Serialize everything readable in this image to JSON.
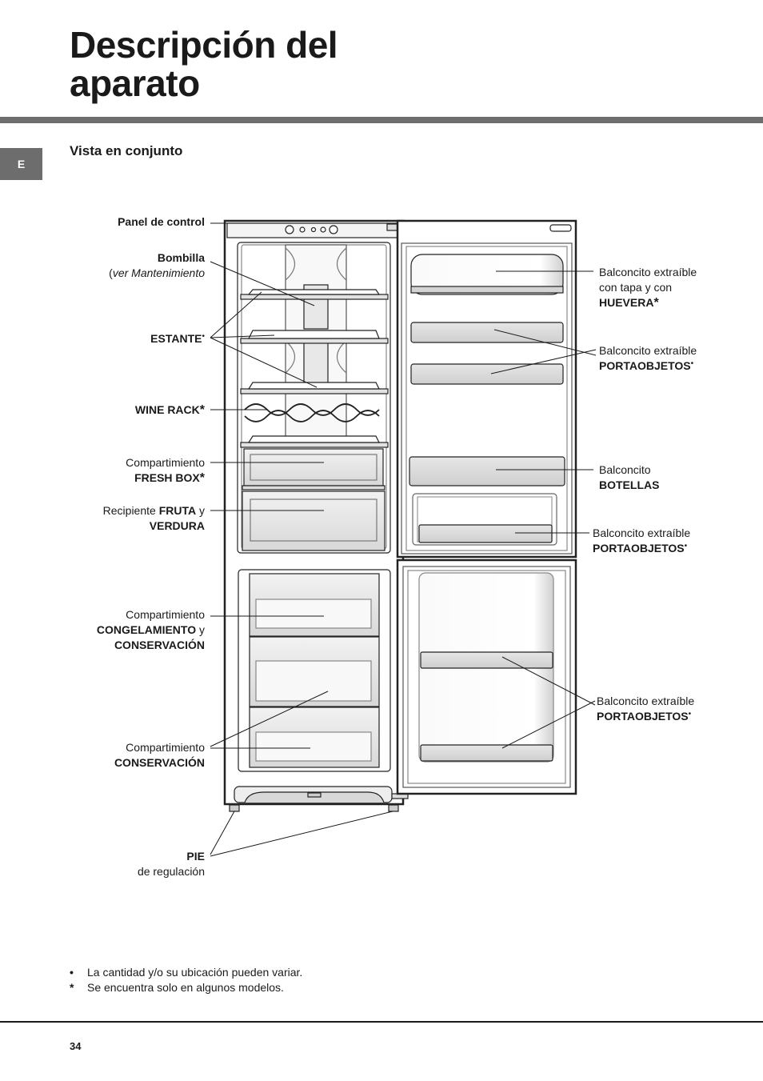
{
  "page": {
    "title_line1": "Descripción del",
    "title_line2": "aparato",
    "lang": "E",
    "subtitle": "Vista en conjunto",
    "page_number": "34"
  },
  "labels": {
    "panel_de_control": "Panel de control",
    "bombilla": "Bombilla",
    "bombilla_paren_open": "(",
    "bombilla_note": "ver Mantenimiento",
    "estante": "ESTANTE",
    "wine_rack": "WINE RACK",
    "fresh_box_1": "Compartimiento",
    "fresh_box_2": "FRESH BOX",
    "fruta_1": "Recipiente ",
    "fruta_2": "FRUTA",
    "fruta_3": " y",
    "fruta_4": "VERDURA",
    "congel_1": "Compartimiento",
    "congel_2": "CONGELAMIENTO",
    "congel_3": " y",
    "congel_4": "CONSERVACIÓN",
    "conserv_1": "Compartimiento",
    "conserv_2": "CONSERVACIÓN",
    "pie_1": "PIE",
    "pie_2": "de regulación",
    "huevera_1": "Balconcito extraíble",
    "huevera_2": "con tapa y con",
    "huevera_3": "HUEVERA",
    "portaobj_a_1": "Balconcito extraíble",
    "portaobj_a_2": "PORTAOBJETOS",
    "botellas_1": "Balconcito",
    "botellas_2": "BOTELLAS",
    "portaobj_b_1": "Balconcito extraíble",
    "portaobj_b_2": "PORTAOBJETOS",
    "portaobj_c_1": "Balconcito extraíble",
    "portaobj_c_2": "PORTAOBJETOS",
    "dot": "•",
    "star": "*"
  },
  "notes": [
    {
      "symbol": "•",
      "text": "La cantidad y/o su ubicación pueden variar."
    },
    {
      "symbol": "*",
      "text": "Se encuentra solo en algunos modelos."
    }
  ]
}
